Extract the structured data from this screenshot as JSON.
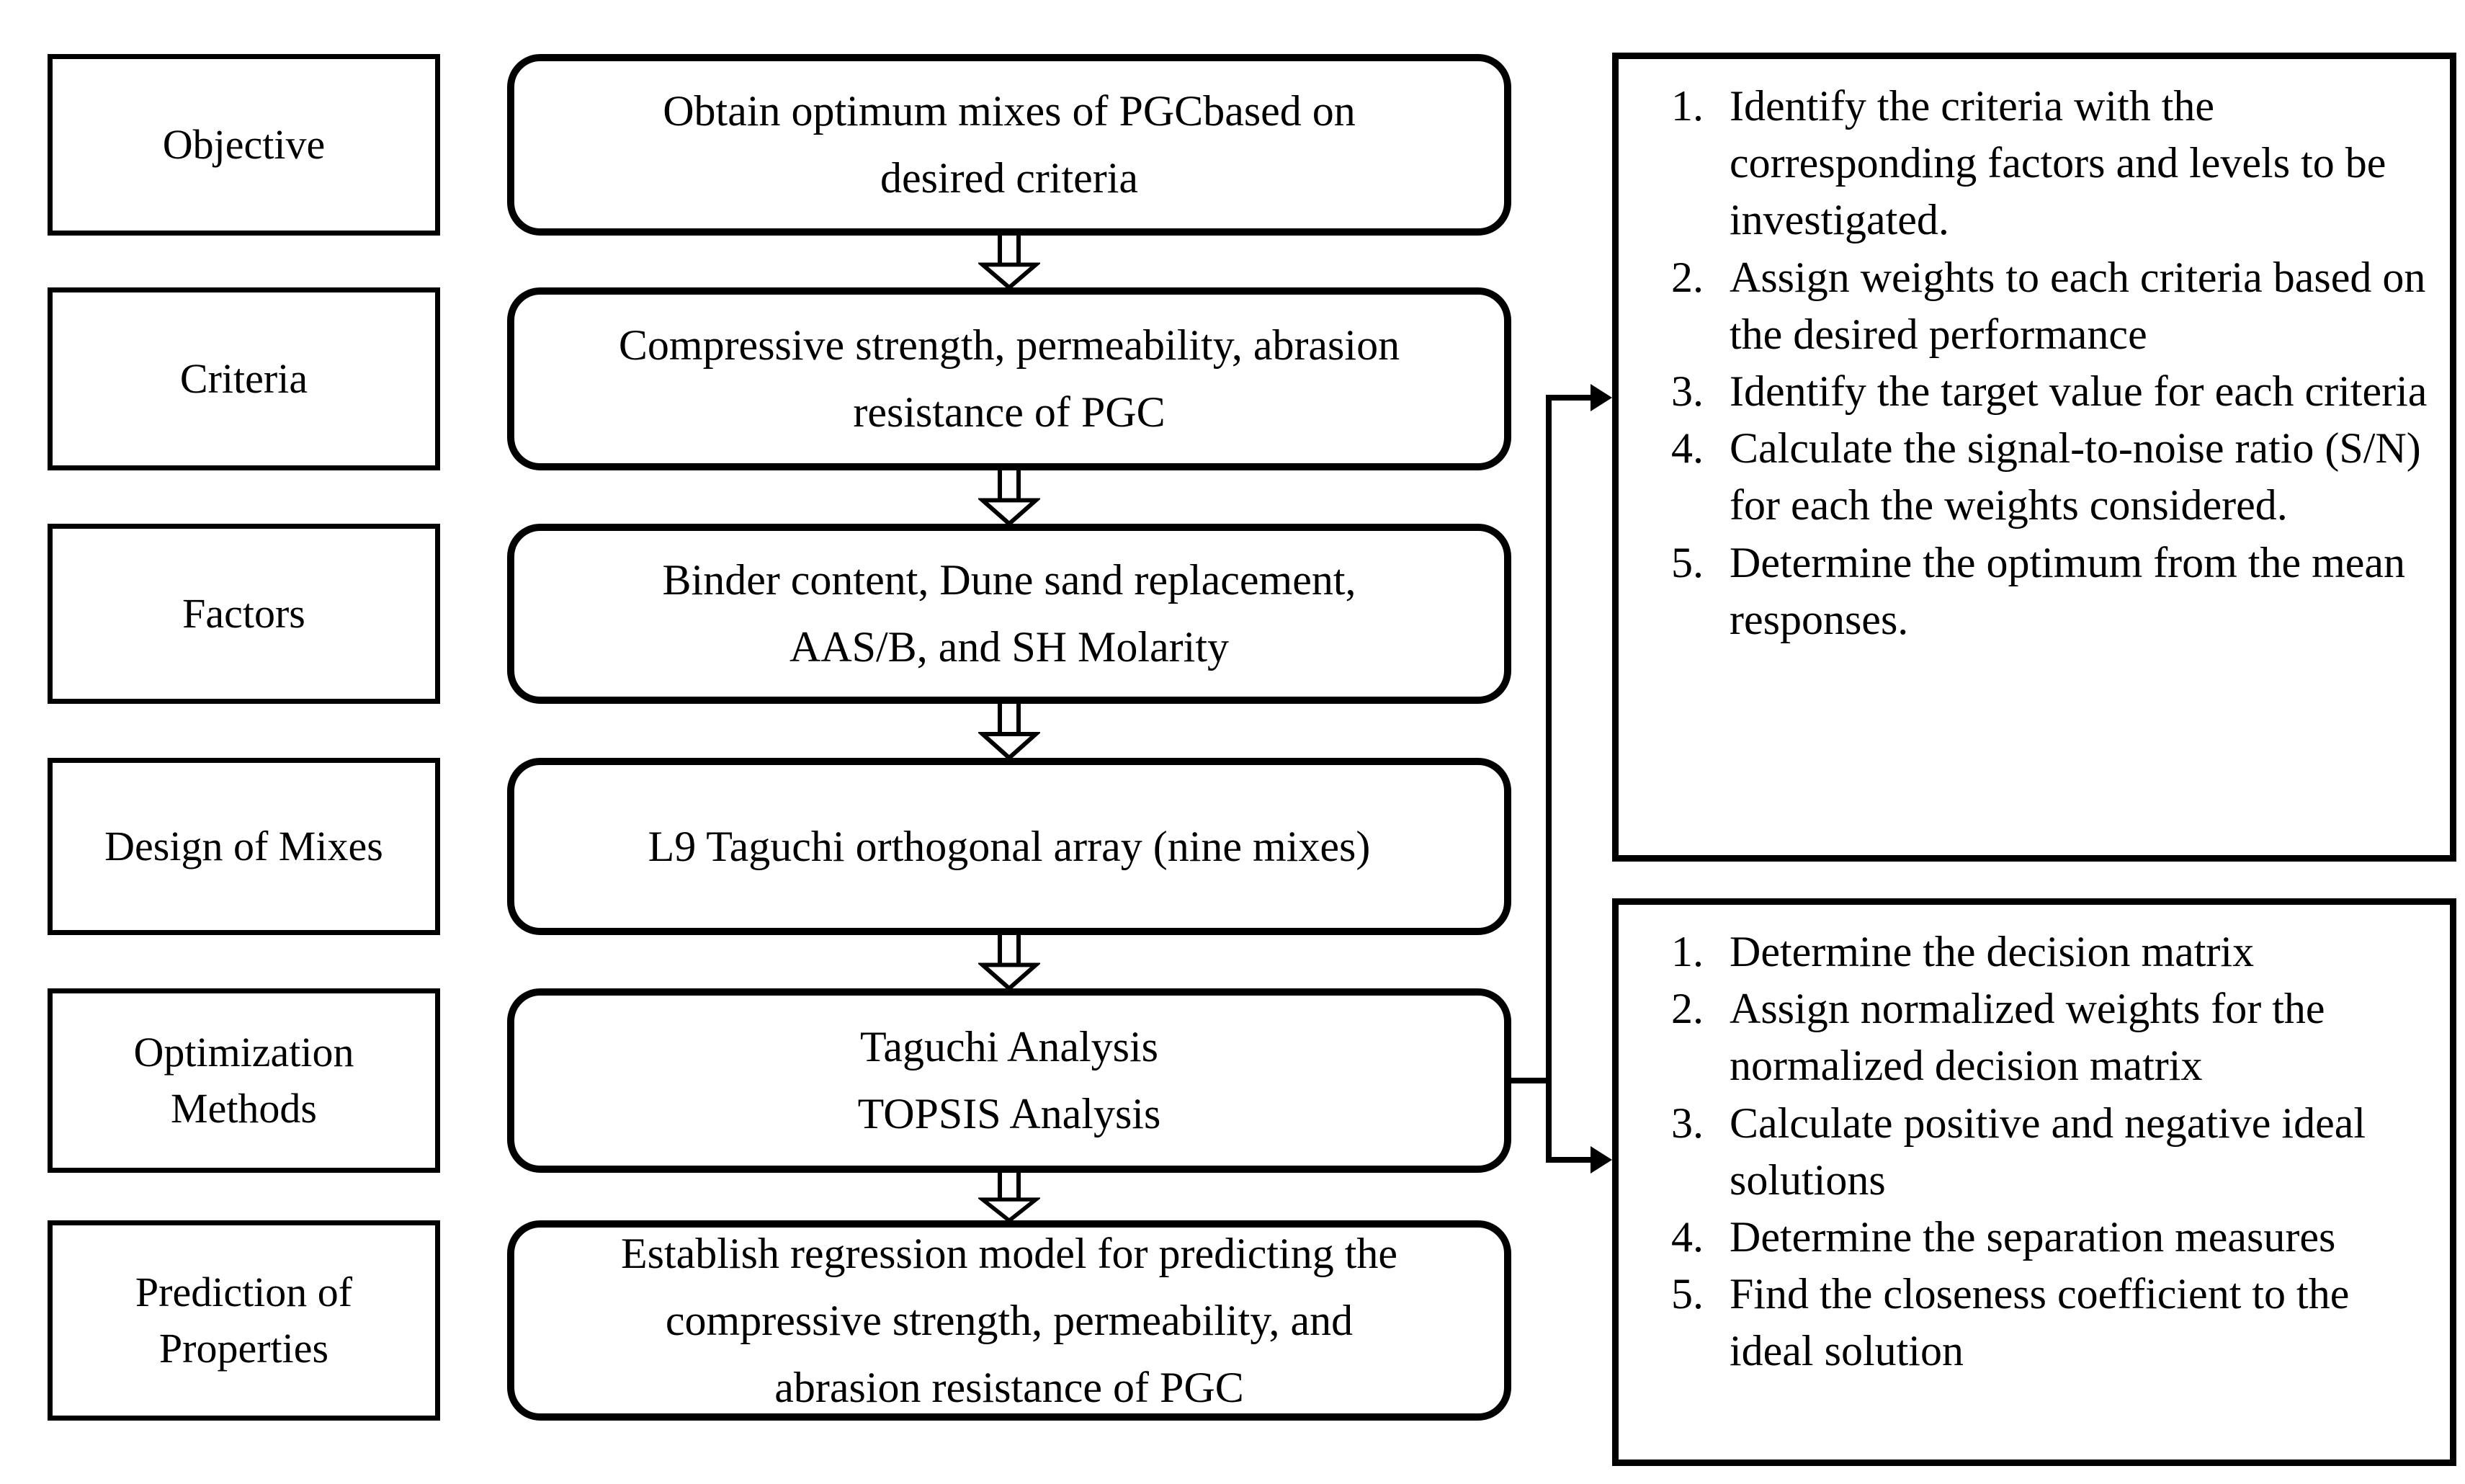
{
  "colors": {
    "ink": "#000000",
    "paper": "#ffffff"
  },
  "stages": [
    {
      "label": "Objective",
      "box_lines": [
        "Obtain optimum mixes of PGCbased on",
        "desired criteria"
      ]
    },
    {
      "label": "Criteria",
      "box_lines": [
        "Compressive strength, permeability, abrasion",
        "resistance of PGC"
      ]
    },
    {
      "label": "Factors",
      "box_lines": [
        "Binder content, Dune sand replacement,",
        "AAS/B, and SH Molarity"
      ]
    },
    {
      "label": "Design of Mixes",
      "box_lines": [
        "L9 Taguchi orthogonal array (nine mixes)"
      ]
    },
    {
      "label": "Optimization Methods",
      "box_lines": [
        "Taguchi Analysis",
        "TOPSIS Analysis"
      ]
    },
    {
      "label": "Prediction of Properties",
      "box_lines": [
        "Establish regression model for predicting the",
        "compressive strength, permeability, and",
        "abrasion resistance of PGC"
      ]
    }
  ],
  "taguchi_steps": [
    "Identify the criteria with the corresponding factors and levels to be investigated.",
    "Assign weights to each criteria based on the desired performance",
    "Identify the target value for each criteria",
    "Calculate the signal-to-noise ratio (S/N) for each the weights considered.",
    "Determine the optimum from the mean responses."
  ],
  "topsis_steps": [
    "Determine the decision matrix",
    "Assign normalized weights for the normalized decision matrix",
    "Calculate positive and negative ideal solutions",
    "Determine the separation measures",
    "Find the closeness coefficient to the ideal solution"
  ]
}
